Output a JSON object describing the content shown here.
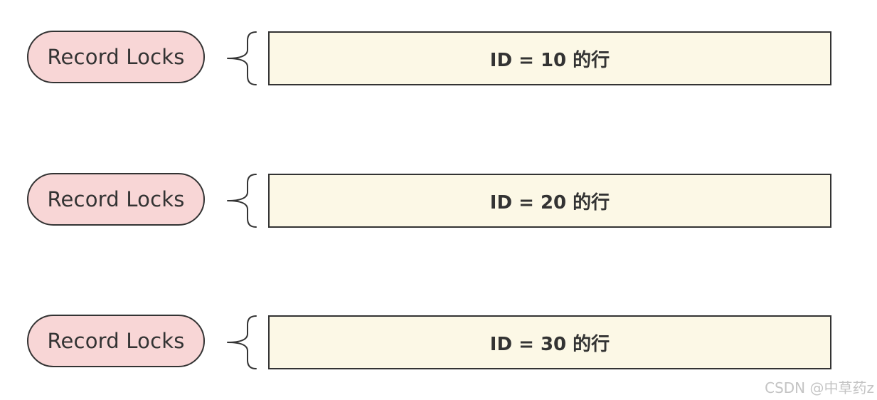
{
  "rows": [
    {
      "lock_label": "Record Locks",
      "row_label": "ID = 10 的行"
    },
    {
      "lock_label": "Record Locks",
      "row_label": "ID = 20 的行"
    },
    {
      "lock_label": "Record Locks",
      "row_label": "ID = 30 的行"
    }
  ],
  "watermark": "CSDN @中草药z",
  "colors": {
    "lock_fill": "#f8d6d6",
    "row_fill": "#fcf8e6",
    "stroke": "#333333",
    "watermark": "#c4c4c4"
  }
}
